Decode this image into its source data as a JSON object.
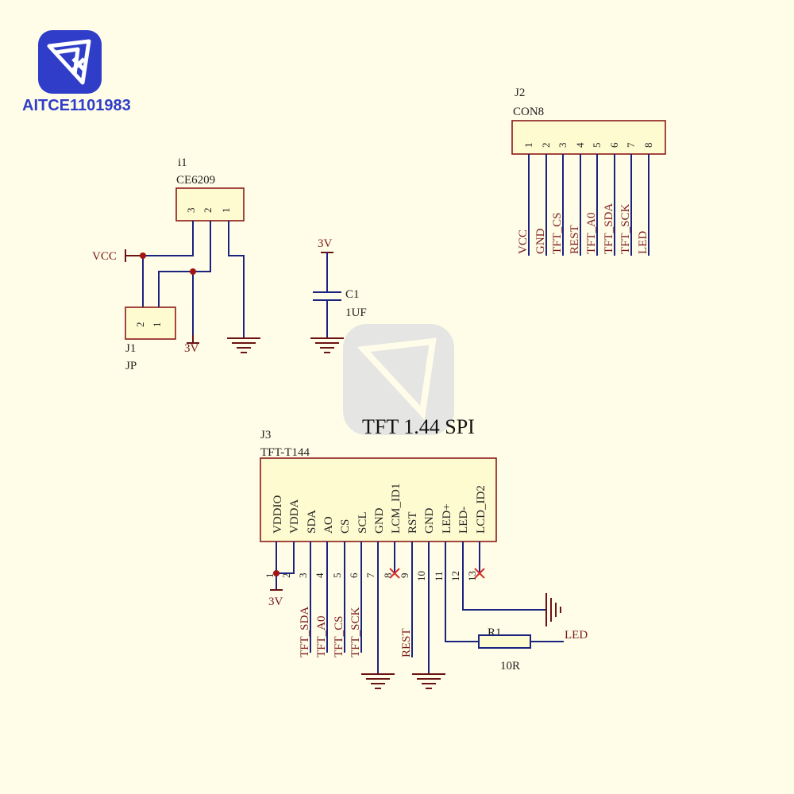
{
  "logo": {
    "text": "AITCE1101983",
    "color": "#2f3dc8",
    "accent": "#e53935"
  },
  "title": "TFT 1.44 SPI",
  "u1": {
    "ref": "i1",
    "value": "CE6209",
    "pins": [
      "3",
      "2",
      "1"
    ]
  },
  "j1": {
    "ref": "J1",
    "value": "JP",
    "pins": [
      "2",
      "1"
    ]
  },
  "j2": {
    "ref": "J2",
    "value": "CON8",
    "pins": [
      "1",
      "2",
      "3",
      "4",
      "5",
      "6",
      "7",
      "8"
    ],
    "nets": [
      "VCC",
      "GND",
      "TFT_CS",
      "REST",
      "TFT_A0",
      "TFT_SDA",
      "TFT_SCK",
      "LED"
    ]
  },
  "c1": {
    "ref": "C1",
    "value": "1UF",
    "net": "3V"
  },
  "vcc_label": "VCC",
  "net_3v": "3V",
  "j3": {
    "ref": "J3",
    "value": "TFT-T144",
    "pin_names": [
      "VDDIO",
      "VDDA",
      "SDA",
      "AO",
      "CS",
      "SCL",
      "GND",
      "LCM_ID1",
      "RST",
      "GND",
      "LED+",
      "LED-",
      "LCD_ID2"
    ],
    "pin_numbers": [
      "1",
      "2",
      "3",
      "4",
      "5",
      "6",
      "7",
      "8",
      "9",
      "10",
      "11",
      "12",
      "13"
    ],
    "nets": [
      "TFT_SDA",
      "TFT_A0",
      "TFT_CS",
      "TFT_SCK",
      "REST"
    ]
  },
  "r1": {
    "ref": "R1",
    "value": "10R",
    "net": "LED"
  },
  "colors": {
    "wire": "#1a237e",
    "part": "#8b1a1a",
    "background": "#fffde7"
  }
}
